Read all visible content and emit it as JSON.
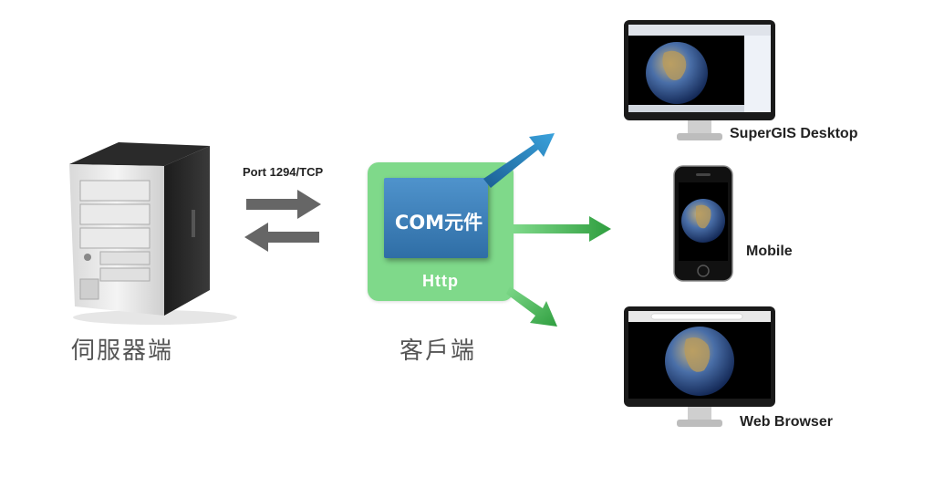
{
  "server": {
    "label": "伺服器端"
  },
  "connection": {
    "port_label": "Port 1294/TCP"
  },
  "client": {
    "label": "客戶端",
    "component_label": "COM元件",
    "protocol_label": "Http"
  },
  "targets": [
    {
      "label": "SuperGIS Desktop"
    },
    {
      "label": "Mobile"
    },
    {
      "label": "Web Browser"
    }
  ],
  "colors": {
    "client_box": "#7fd98a",
    "com_box": "#3d7fb8",
    "arrow_blue": "#2f8fcf",
    "arrow_green": "#3daa4a",
    "arrow_gray": "#777777"
  }
}
